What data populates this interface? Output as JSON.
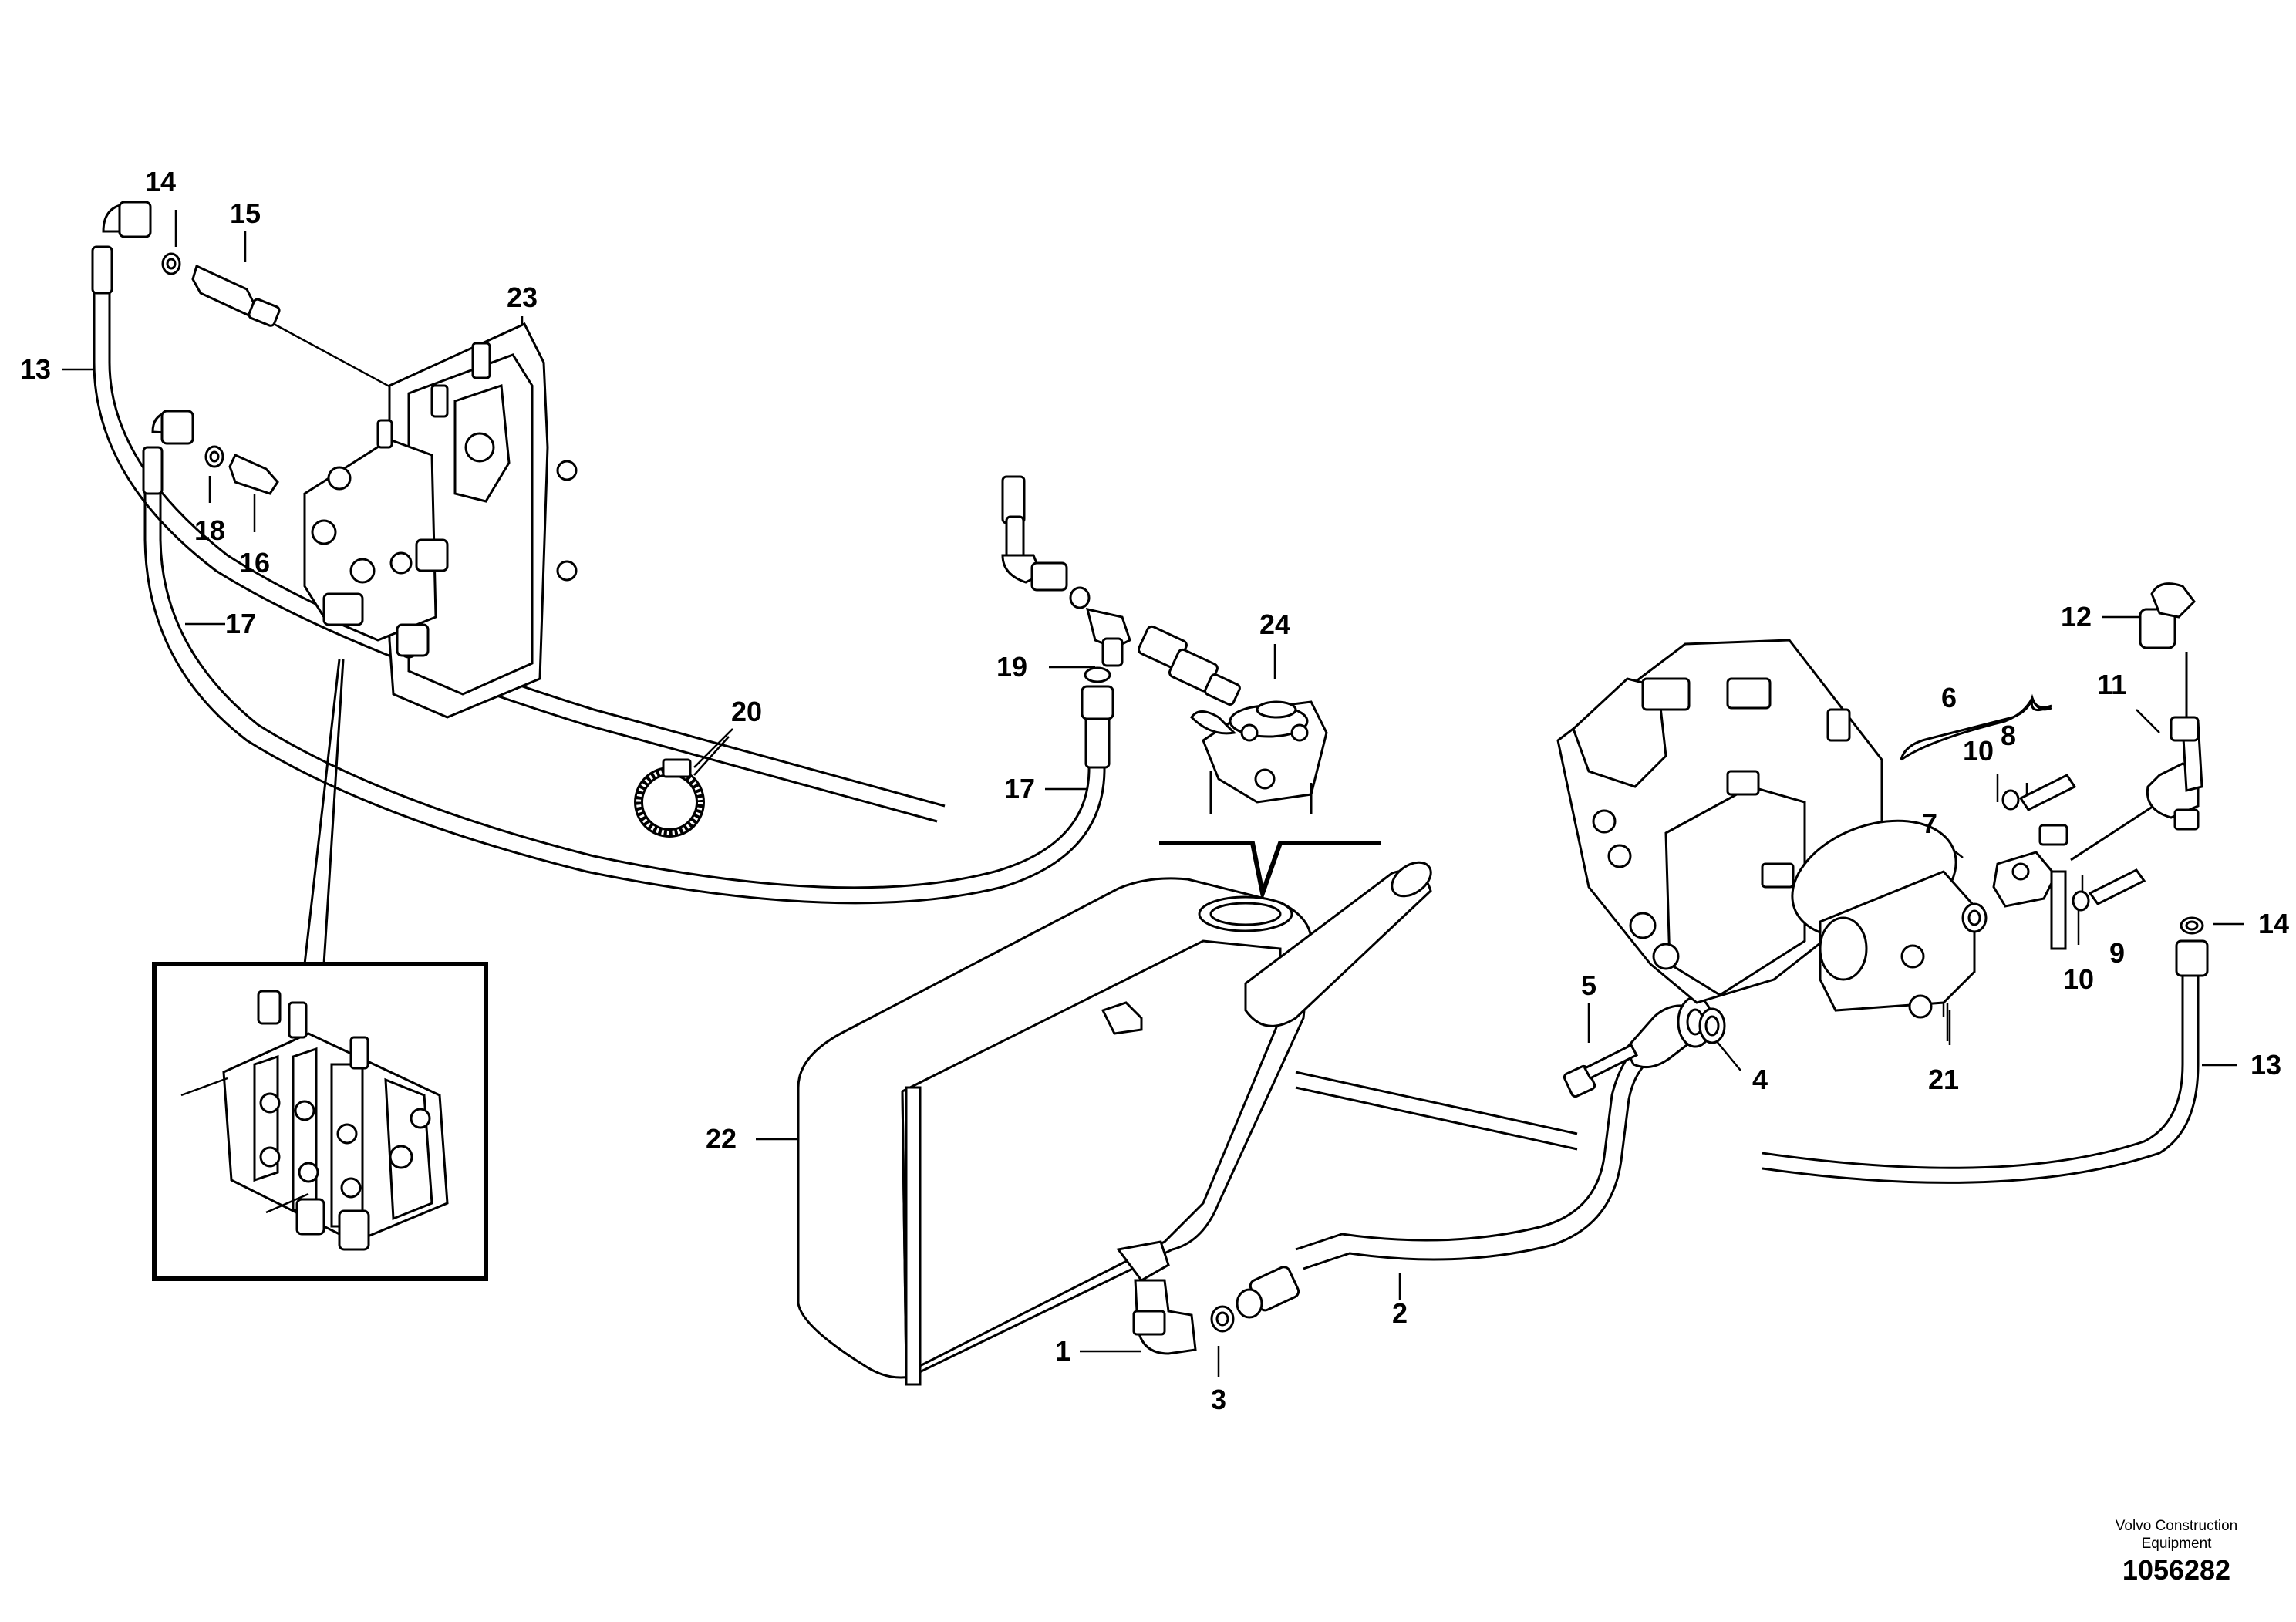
{
  "callouts": [
    "1",
    "2",
    "3",
    "4",
    "5",
    "6",
    "7",
    "8",
    "9",
    "10",
    "10",
    "11",
    "12",
    "13",
    "13",
    "14",
    "14",
    "15",
    "16",
    "17",
    "17",
    "18",
    "19",
    "20",
    "21",
    "22",
    "23",
    "24"
  ],
  "footer": {
    "credit_line1": "Volvo Construction",
    "credit_line2": "Equipment",
    "drawing_number": "1056282"
  }
}
